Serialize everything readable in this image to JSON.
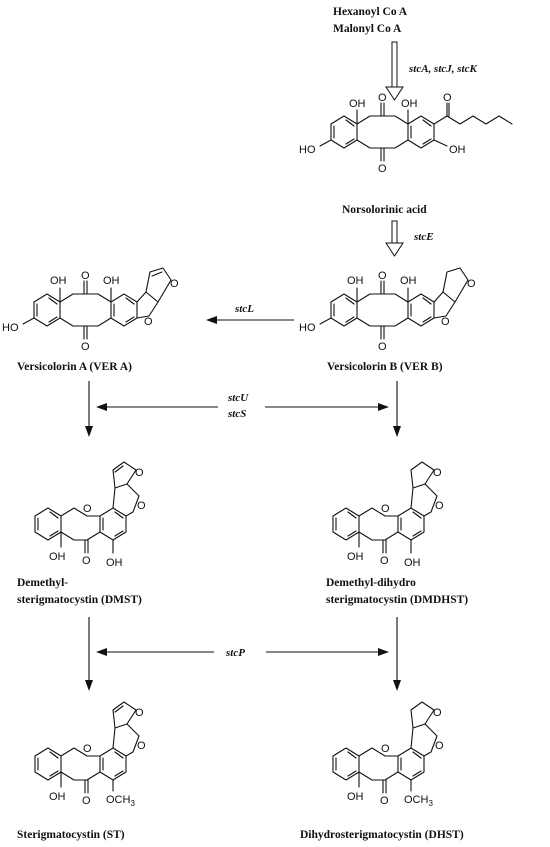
{
  "starting_materials": [
    "Hexanoyl Co A",
    "Malonyl Co A"
  ],
  "enzymes": {
    "step1": "stcA, stcJ, stcK",
    "step2": "stcE",
    "step3": "stcL",
    "step4_line1": "stcU",
    "step4_line2": "stcS",
    "step5": "stcP"
  },
  "compounds": {
    "norsolorinic_acid": "Norsolorinic acid",
    "ver_a": "Versicolorin  A (VER A)",
    "ver_b": "Versicolorin  B (VER B)",
    "dmst_line1": "Demethyl-",
    "dmst_line2": "sterigmatocystin (DMST)",
    "dmdhst_line1": "Demethyl-dihydro",
    "dmdhst_line2": "sterigmatocystin (DMDHST)",
    "st": "Sterigmatocystin (ST)",
    "dhst": "Dihydrosterigmatocystin (DHST)"
  },
  "atoms": {
    "OH": "OH",
    "HO": "HO",
    "O": "O",
    "OCH": "OCH",
    "sub3": "3"
  },
  "colors": {
    "ink": "#111111",
    "background": "#ffffff"
  }
}
